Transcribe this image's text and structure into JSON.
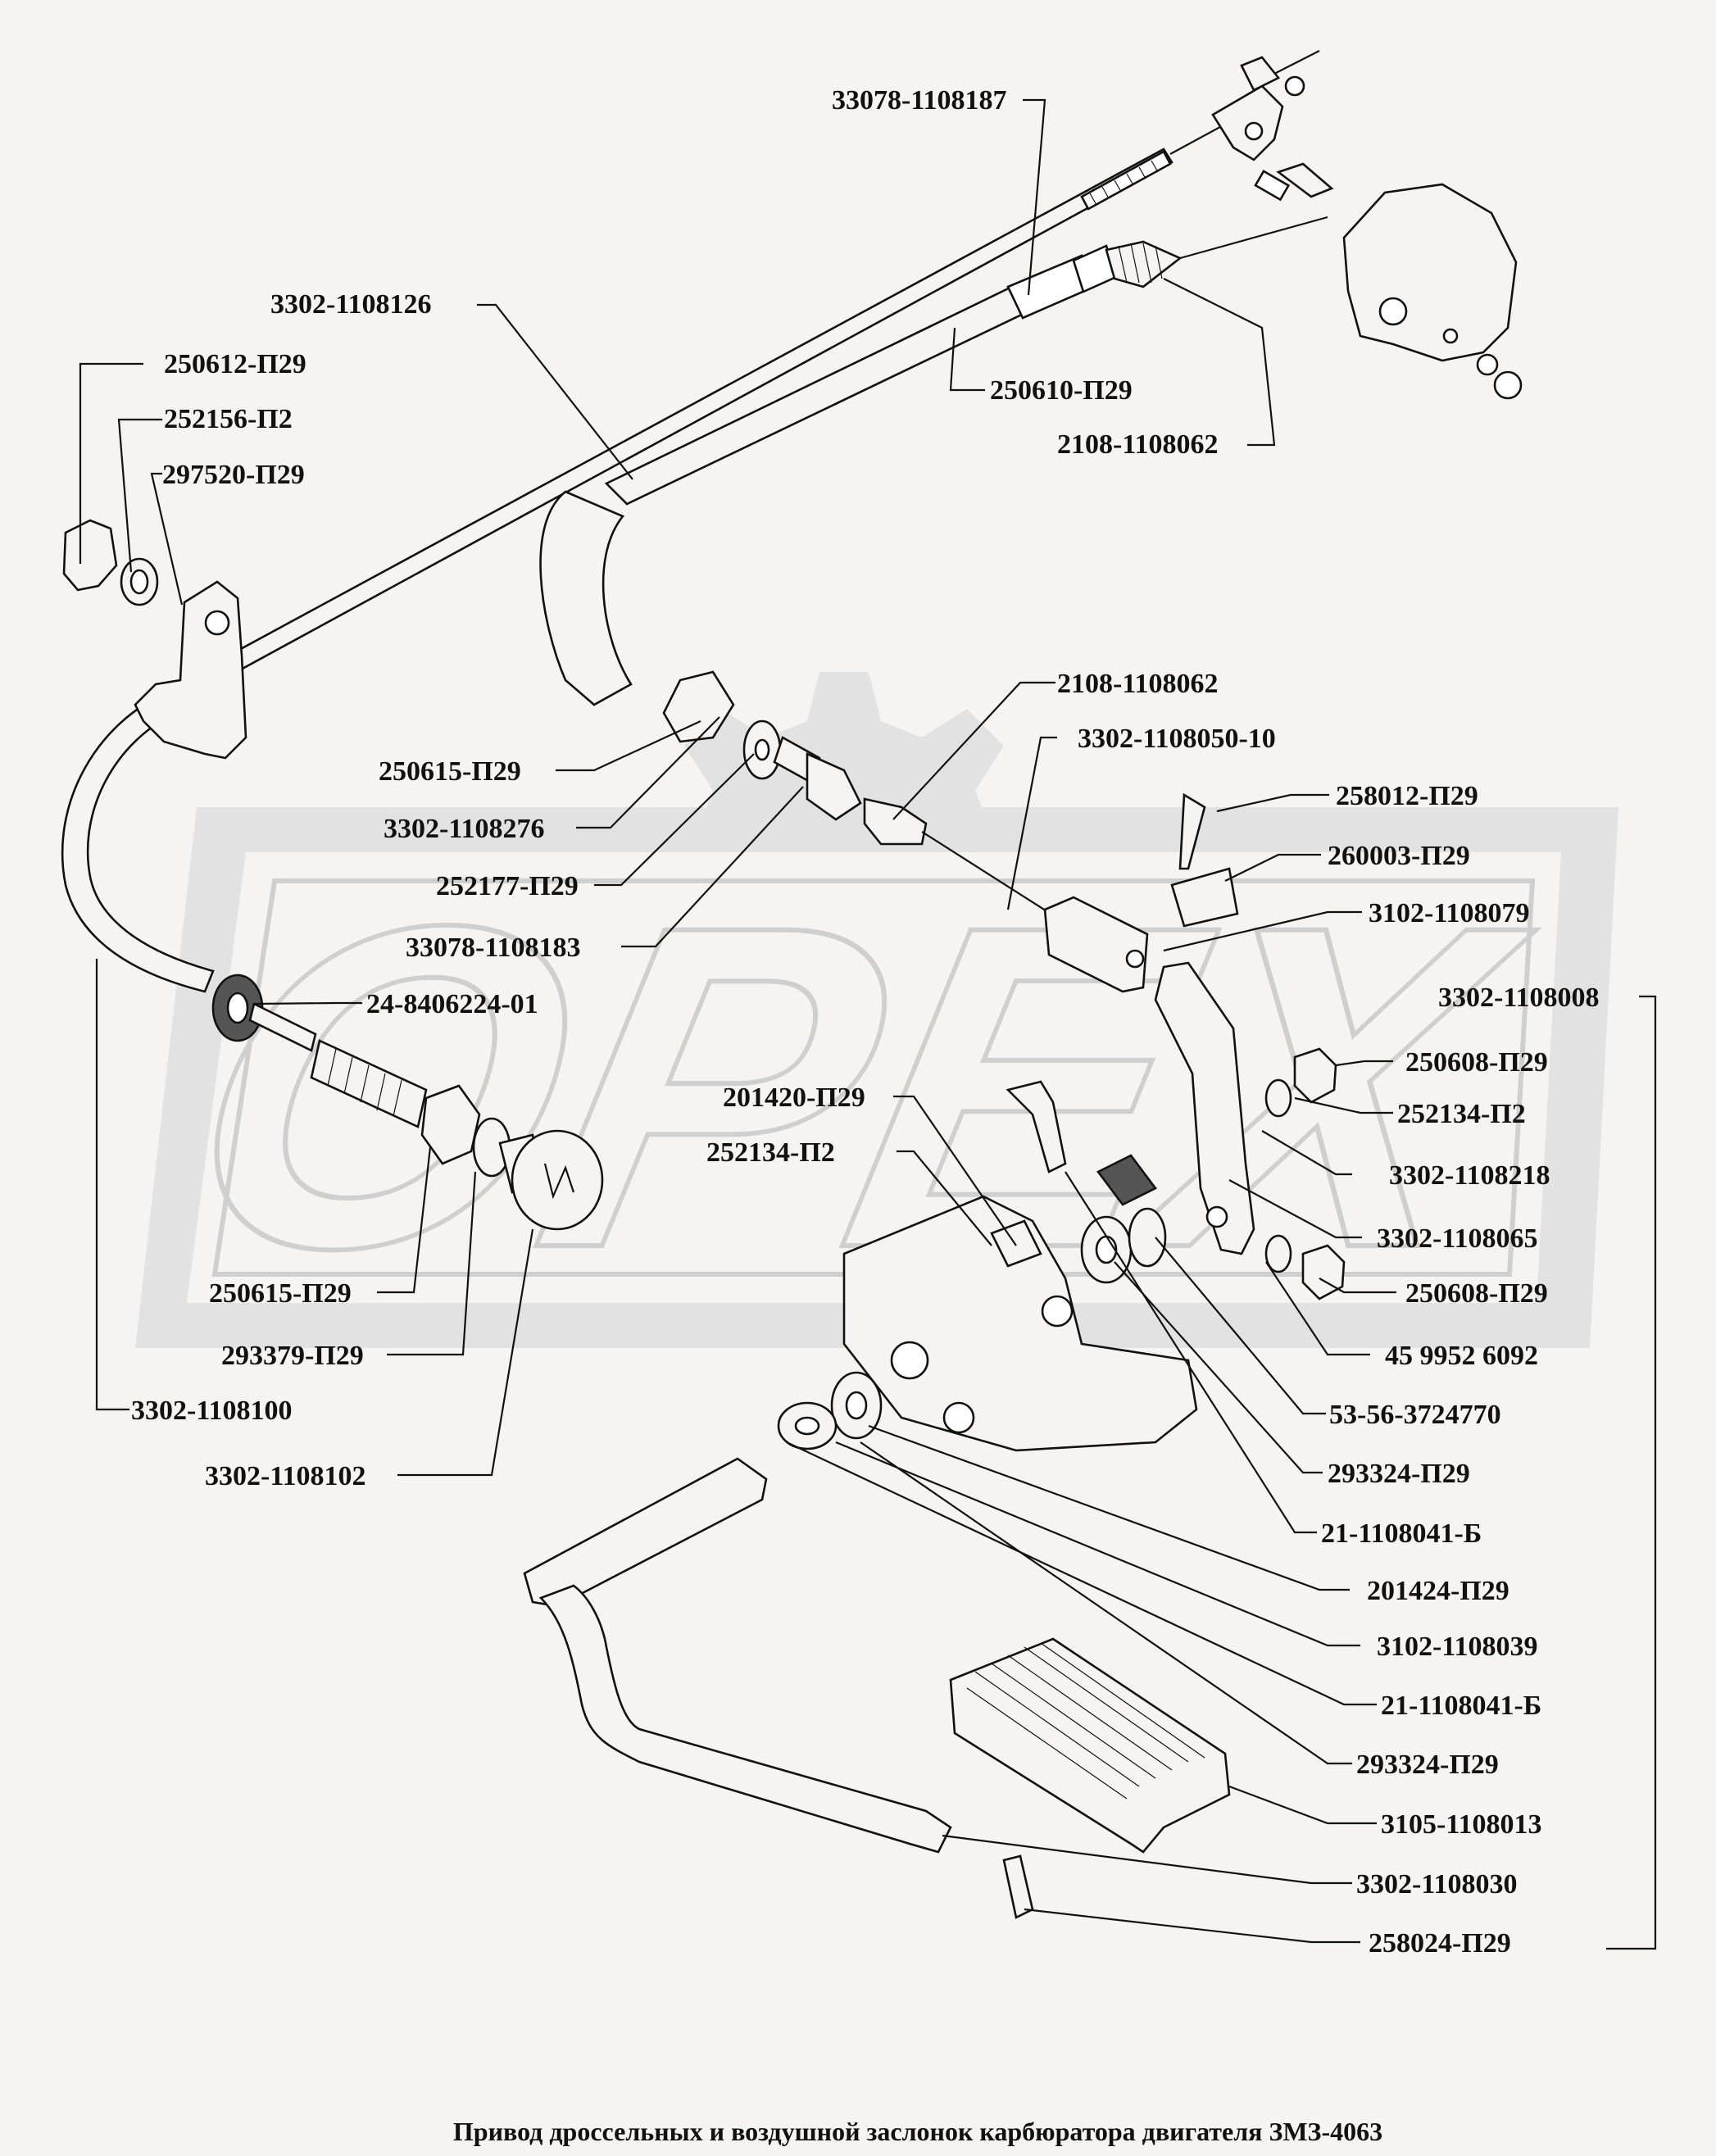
{
  "caption": "Привод дроссельных и воздушной заслонок карбюратора двигателя ЗМЗ-4063",
  "watermark": "OPEX",
  "callouts": {
    "c1": "33078-1108187",
    "c2": "3302-1108126",
    "c3": "250612-П29",
    "c4": "252156-П2",
    "c5": "297520-П29",
    "c6": "250610-П29",
    "c7": "2108-1108062",
    "c8": "2108-1108062",
    "c9": "3302-1108050-10",
    "c10": "258012-П29",
    "c11": "260003-П29",
    "c12": "3102-1108079",
    "c13": "3302-1108008",
    "c14": "250615-П29",
    "c15": "3302-1108276",
    "c16": "252177-П29",
    "c17": "33078-1108183",
    "c18": "24-8406224-01",
    "c19": "250608-П29",
    "c20": "201420-П29",
    "c21": "252134-П2",
    "c22": "252134-П2",
    "c23": "3302-1108218",
    "c24": "3302-1108065",
    "c25": "250608-П29",
    "c26": "250615-П29",
    "c27": "293379-П29",
    "c28": "45  9952  6092",
    "c29": "3302-1108100",
    "c30": "53-56-3724770",
    "c31": "3302-1108102",
    "c32": "293324-П29",
    "c33": "21-1108041-Б",
    "c34": "201424-П29",
    "c35": "3102-1108039",
    "c36": "21-1108041-Б",
    "c37": "293324-П29",
    "c38": "3105-1108013",
    "c39": "3302-1108030",
    "c40": "258024-П29"
  }
}
